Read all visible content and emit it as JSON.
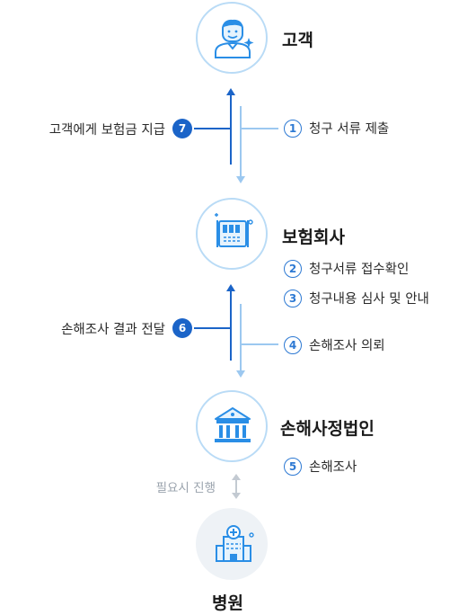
{
  "nodes": {
    "customer": "고객",
    "insurer": "보험회사",
    "adjuster": "손해사정법인",
    "hospital": "병원"
  },
  "steps": [
    {
      "num": "1",
      "label": "청구 서류 제출"
    },
    {
      "num": "2",
      "label": "청구서류 접수확인"
    },
    {
      "num": "3",
      "label": "청구내용 심사 및 안내"
    },
    {
      "num": "4",
      "label": "손해조사 의뢰"
    },
    {
      "num": "5",
      "label": "손해조사"
    },
    {
      "num": "6",
      "label": "손해조사 결과 전달"
    },
    {
      "num": "7",
      "label": "고객에게 보험금 지급"
    }
  ],
  "hospital_hint": "필요시 진행",
  "colors": {
    "accent": "#1b64c8",
    "accent_light": "#9cc8f0",
    "circle_border": "#b9dbf6",
    "icon": "#2a8ee6"
  }
}
